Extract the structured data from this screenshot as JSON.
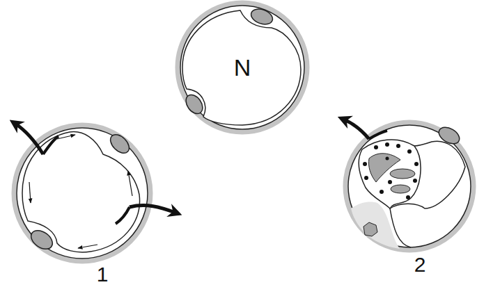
{
  "diagram": {
    "nodes": [
      {
        "text": [
          "N"
        ]
      },
      {
        "text": [
          "1"
        ]
      },
      {
        "text": [
          "2"
        ]
      }
    ]
  }
}
